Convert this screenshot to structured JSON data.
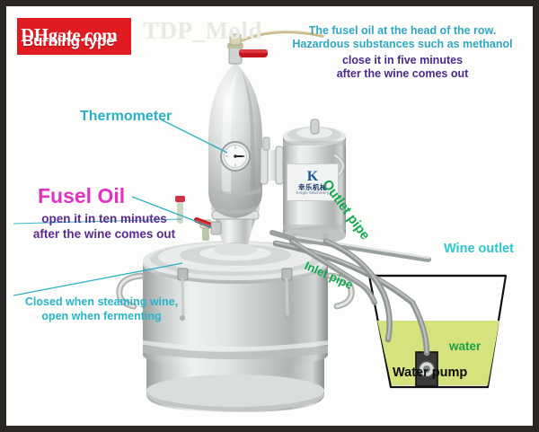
{
  "watermarks": {
    "marketplace": "DHgate.com",
    "overlay_label": "Burning type",
    "store": "TDP_Mold"
  },
  "brand_logo": {
    "mark": "K",
    "chinese_name": "幸乐机械",
    "english_name": "Kingle Machinery"
  },
  "callouts": {
    "fusel_warning": {
      "line1": "The fusel oil at the head of the row.",
      "line2": "Hazardous substances such as methanol",
      "line3": "close it in five minutes",
      "line4": "after the wine comes out"
    },
    "thermometer": "Thermometer",
    "fusel_oil_title": "Fusel Oil",
    "fusel_oil_sub1": "open it in ten minutes",
    "fusel_oil_sub2": "after the wine comes out",
    "closed_note1": "Closed when steaming wine,",
    "closed_note2": "open when fermenting",
    "outlet_pipe": "Outlet pipe",
    "inlet_pipe": "Inlet pipe",
    "wine_outlet": "Wine outlet",
    "water": "water",
    "water_pump": "Water pump"
  },
  "colors": {
    "frame": "#2b2724",
    "dhgate_red": "#e11b22",
    "teal": "#2ab0c4",
    "magenta": "#e332c2",
    "purple": "#5b2a8f",
    "green": "#14a84e",
    "cyan": "#2cc6cf",
    "water_fill": "#d5e27e",
    "steel": "#cfd2d1"
  }
}
